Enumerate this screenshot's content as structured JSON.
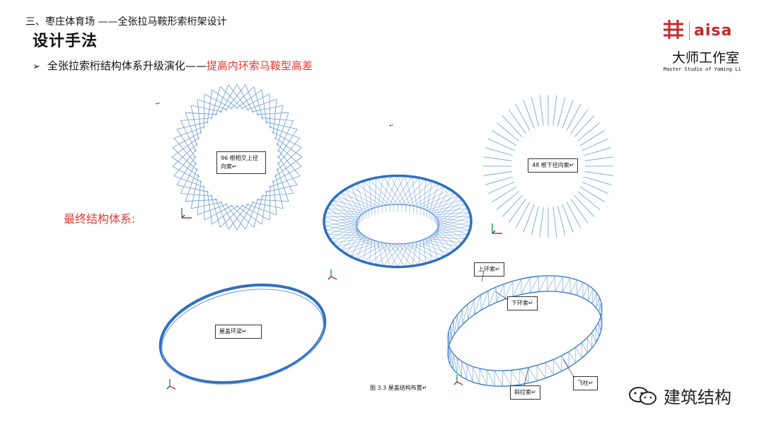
{
  "header": {
    "section": "三、枣庄体育场 ——全张拉马鞍形索桁架设计",
    "title": "设计手法",
    "bullet_arrow": "➢",
    "bullet_text": "全张拉索桁结构体系升级演化——",
    "bullet_highlight": "提高内环索马鞍型高差"
  },
  "logo": {
    "brand": "aisa",
    "studio_cn": "大师工作室",
    "studio_en": "Master Studio of Yaming Li"
  },
  "final_label": "最终结构体系:",
  "callouts": {
    "upper_radial": "96 根相交上径向索↵",
    "lower_radial": "48 根下径向索↵",
    "roof_ring": "屋盖环梁↵",
    "upper_ring": "上环索↵",
    "lower_ring": "下环索↵",
    "diagonal": "斜拉索↵",
    "flying_strut": "飞柱↵"
  },
  "caption": "图 3.3  屋盖结构布置↵",
  "watermark": "建筑结构",
  "colors": {
    "accent": "#e53935",
    "brand": "#c62828",
    "structure": "#3a7bc8"
  }
}
